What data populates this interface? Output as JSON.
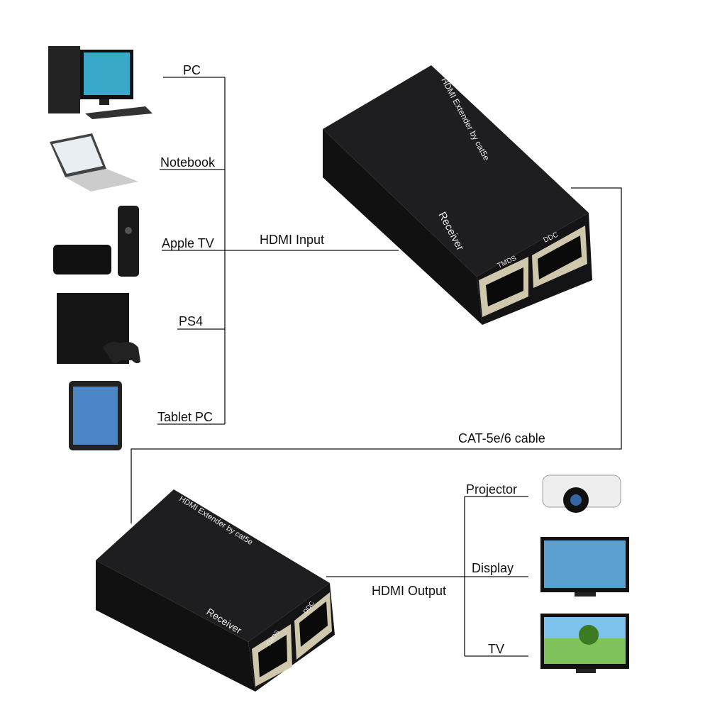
{
  "sources": [
    {
      "label": "PC",
      "icon": "desktop-pc-icon"
    },
    {
      "label": "Notebook",
      "icon": "laptop-icon"
    },
    {
      "label": "Apple TV",
      "icon": "apple-tv-icon"
    },
    {
      "label": "PS4",
      "icon": "game-console-icon"
    },
    {
      "label": "Tablet PC",
      "icon": "tablet-icon"
    }
  ],
  "connections": {
    "input": "HDMI Input",
    "cable": "CAT-5e/6 cable",
    "output": "HDMI Output"
  },
  "extender_top": {
    "brand": "HDMI Extender by cat5e",
    "role": "Receiver",
    "port1": "TMDS",
    "port2": "DDC"
  },
  "extender_bottom": {
    "brand": "HDMI Extender by cat5e",
    "role": "Receiver",
    "port1": "TMDS",
    "port2": "DDC"
  },
  "outputs": [
    {
      "label": "Projector",
      "icon": "projector-icon"
    },
    {
      "label": "Display",
      "icon": "monitor-icon"
    },
    {
      "label": "TV",
      "icon": "tv-icon"
    }
  ],
  "colors": {
    "device_body": "#1c1c1e",
    "port_metal": "#c9c2a8",
    "line": "#111111"
  }
}
